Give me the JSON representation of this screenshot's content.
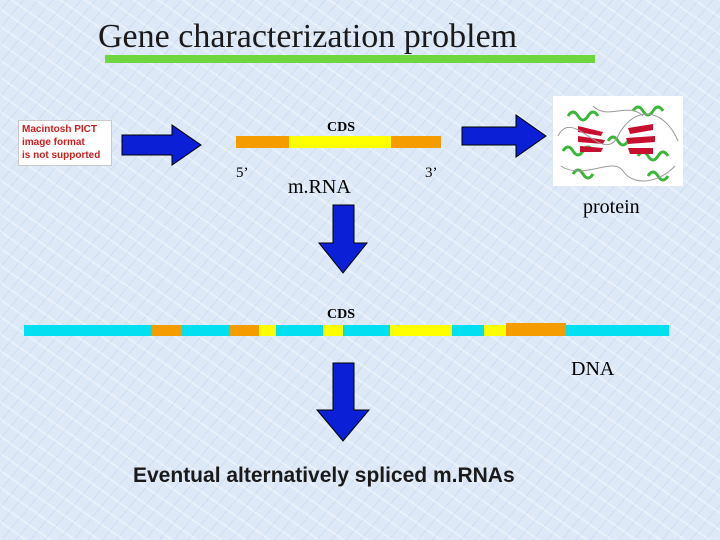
{
  "title": "Gene characterization problem",
  "pict_placeholder": {
    "line1": "Macintosh PICT",
    "line2": "image format",
    "line3": "is not supported"
  },
  "mrna": {
    "cds_label": "CDS",
    "five_prime": "5’",
    "three_prime": "3’",
    "label": "m.RNA"
  },
  "protein": {
    "label": "protein"
  },
  "dna": {
    "cds_label": "CDS",
    "label": "DNA"
  },
  "bottom_label": "Eventual alternatively spliced m.RNAs",
  "colors": {
    "utr": "#f59c00",
    "cds": "#ffff00",
    "intron": "#00e0f0",
    "arrow_fill": "#0a1fd6",
    "arrow_stroke": "#000000",
    "underline": "#6fd640",
    "helix": "#3cb53c",
    "sheet": "#c8102e"
  }
}
